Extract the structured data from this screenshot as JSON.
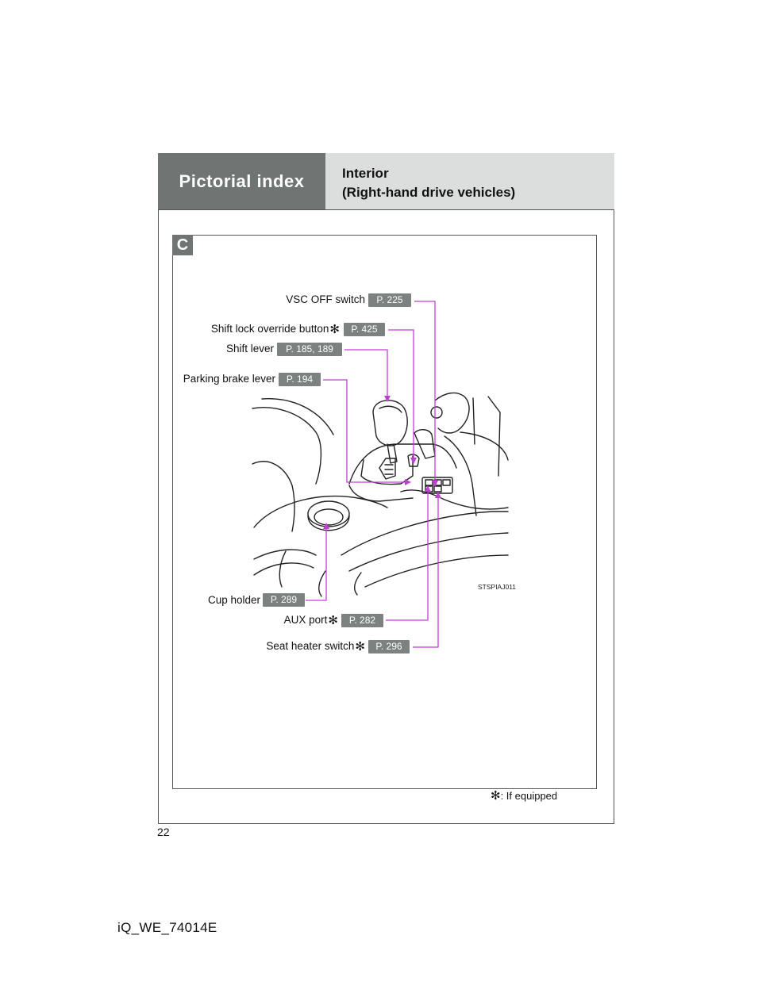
{
  "header": {
    "section_title": "Pictorial index",
    "subtitle_line1": "Interior",
    "subtitle_line2": "(Right-hand drive vehicles)"
  },
  "section_letter": "C",
  "callouts": [
    {
      "id": "vsc-off-switch",
      "label": "VSC OFF switch",
      "asterisk": false,
      "page_ref": "P. 225"
    },
    {
      "id": "shift-lock-override-button",
      "label": "Shift lock override button",
      "asterisk": true,
      "page_ref": "P. 425"
    },
    {
      "id": "shift-lever",
      "label": "Shift lever",
      "asterisk": false,
      "page_ref": "P. 185, 189"
    },
    {
      "id": "parking-brake-lever",
      "label": "Parking brake lever",
      "asterisk": false,
      "page_ref": "P. 194"
    },
    {
      "id": "cup-holder",
      "label": "Cup holder",
      "asterisk": false,
      "page_ref": "P. 289"
    },
    {
      "id": "aux-port",
      "label": "AUX port",
      "asterisk": true,
      "page_ref": "P. 282"
    },
    {
      "id": "seat-heater-switch",
      "label": "Seat heater switch",
      "asterisk": true,
      "page_ref": "P. 296"
    }
  ],
  "illustration": {
    "code": "STSPIAJ011"
  },
  "footnote": {
    "symbol": "✻",
    "text": ": If equipped"
  },
  "page_number": "22",
  "doc_code": "iQ_WE_74014E",
  "colors": {
    "leader_line": "#c23fd6",
    "header_dark": "#6f7573",
    "header_light": "#dcdedd",
    "badge": "#7c8280"
  }
}
